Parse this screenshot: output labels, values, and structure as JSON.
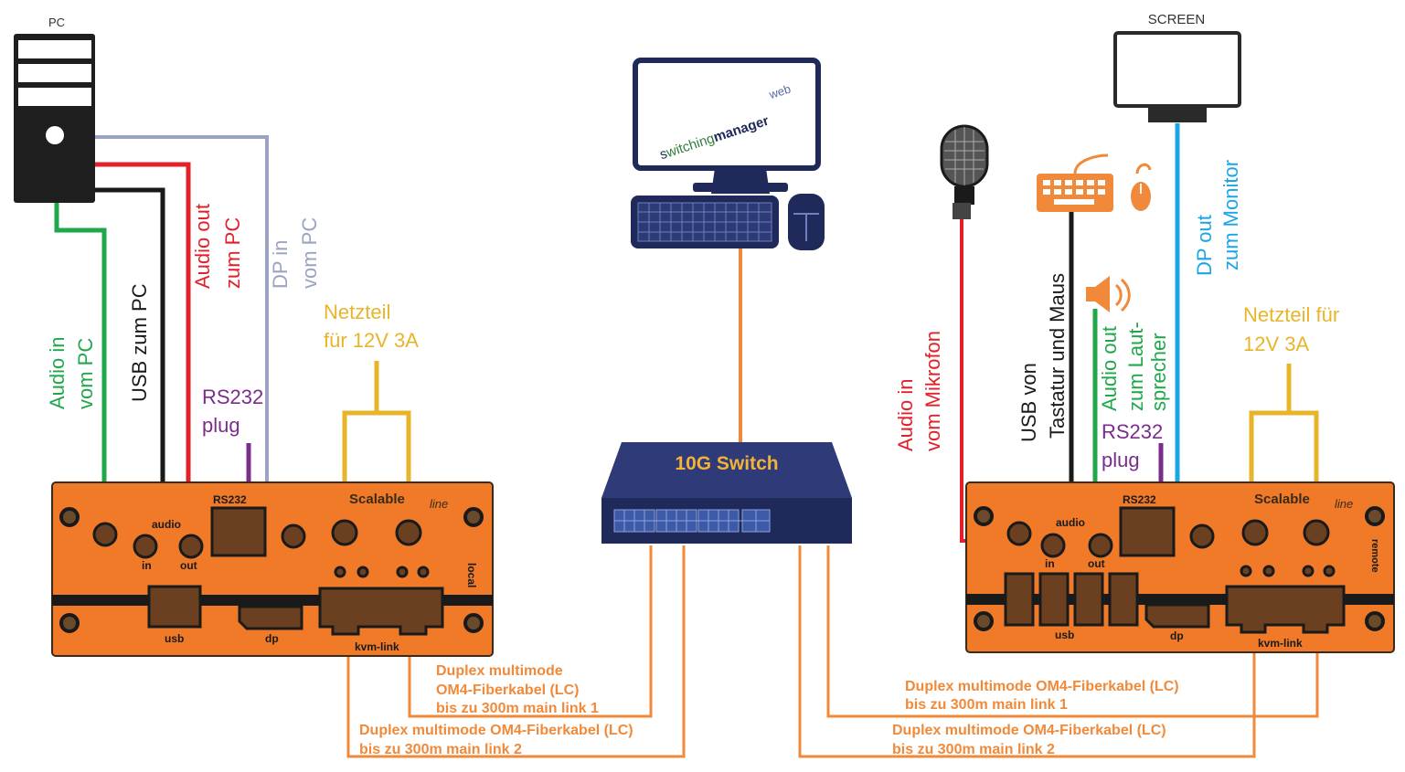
{
  "colors": {
    "green": "#1fa84a",
    "black": "#1a1a1a",
    "red": "#e3202a",
    "grey": "#9aa3c2",
    "purple": "#7a2d8c",
    "yellow": "#e8b52a",
    "orange_fiber": "#f08a3a",
    "device_orange": "#f07a28",
    "blue": "#1aa6e6",
    "navy": "#1f2a5a",
    "switch_label": "#f2b23a"
  },
  "devices": {
    "pc_label": "PC",
    "screen_label": "SCREEN",
    "switch_label": "10G Switch",
    "swm_text_1": "s",
    "swm_text_2": "witching",
    "swm_text_3": "manager",
    "swm_text_web": "web"
  },
  "local_unit": {
    "brand": "Scalable",
    "brand_suffix": "line",
    "rs232": "RS232",
    "audio": "audio",
    "in": "in",
    "out": "out",
    "usb": "usb",
    "dp": "dp",
    "kvm": "kvm-link",
    "side": "local"
  },
  "remote_unit": {
    "brand": "Scalable",
    "brand_suffix": "line",
    "rs232": "RS232",
    "audio": "audio",
    "in": "in",
    "out": "out",
    "usb": "usb",
    "dp": "dp",
    "kvm": "kvm-link",
    "side": "remote"
  },
  "left_labels": {
    "audio_in_1": "Audio in",
    "audio_in_2": "vom PC",
    "usb_1": "USB zum PC",
    "audio_out_1": "Audio out",
    "audio_out_2": "zum PC",
    "dp_in_1": "DP in",
    "dp_in_2": "vom PC",
    "netzteil_1": "Netzteil",
    "netzteil_2": "für 12V 3A",
    "rs232_1": "RS232",
    "rs232_2": "plug"
  },
  "right_labels": {
    "audio_in_1": "Audio in",
    "audio_in_2": "vom Mikrofon",
    "usb_1": "USB von",
    "usb_2": "Tastatur und Maus",
    "audio_out_1": "Audio out",
    "audio_out_2": "zum Laut-",
    "audio_out_3": "sprecher",
    "dp_out_1": "DP out",
    "dp_out_2": "zum Monitor",
    "netzteil_1": "Netzteil für",
    "netzteil_2": "12V 3A",
    "rs232_1": "RS232",
    "rs232_2": "plug"
  },
  "fiber_labels": {
    "left_link1_l1": "Duplex multimode",
    "left_link1_l2": "OM4-Fiberkabel (LC)",
    "left_link1_l3": "bis zu 300m main link 1",
    "left_link2_l1": "Duplex multimode OM4-Fiberkabel (LC)",
    "left_link2_l2": "bis zu 300m main link 2",
    "right_link1_l1": "Duplex multimode OM4-Fiberkabel (LC)",
    "right_link1_l2": "bis zu 300m main link 1",
    "right_link2_l1": "Duplex multimode OM4-Fiberkabel (LC)",
    "right_link2_l2": "bis zu 300m main link 2"
  }
}
